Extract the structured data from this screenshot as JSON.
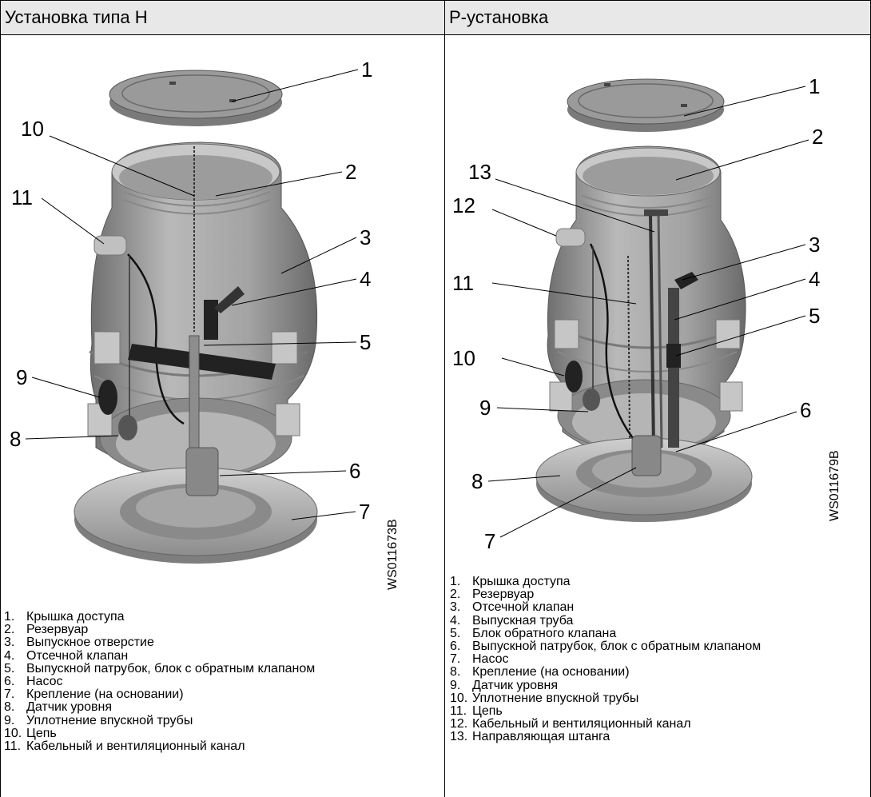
{
  "left": {
    "title": "Установка типа H",
    "code": "WS011673B",
    "callouts": [
      "1",
      "2",
      "3",
      "4",
      "5",
      "6",
      "7",
      "8",
      "9",
      "10",
      "11"
    ],
    "legend": [
      {
        "num": "1.",
        "text": "Крышка доступа"
      },
      {
        "num": "2.",
        "text": "Резервуар"
      },
      {
        "num": "3.",
        "text": "Выпускное отверстие"
      },
      {
        "num": "4.",
        "text": "Отсечной клапан"
      },
      {
        "num": "5.",
        "text": "Выпускной патрубок, блок с обратным клапаном"
      },
      {
        "num": "6.",
        "text": "Насос"
      },
      {
        "num": "7.",
        "text": "Крепление (на основании)"
      },
      {
        "num": "8.",
        "text": "Датчик уровня"
      },
      {
        "num": "9.",
        "text": "Уплотнение впускной трубы"
      },
      {
        "num": "10.",
        "text": "Цепь"
      },
      {
        "num": "11.",
        "text": "Кабельный и вентиляционный канал"
      }
    ]
  },
  "right": {
    "title": "P-установка",
    "code": "WS011679B",
    "callouts": [
      "1",
      "2",
      "3",
      "4",
      "5",
      "6",
      "7",
      "8",
      "9",
      "10",
      "11",
      "12",
      "13"
    ],
    "legend": [
      {
        "num": "1.",
        "text": "Крышка доступа"
      },
      {
        "num": "2.",
        "text": "Резервуар"
      },
      {
        "num": "3.",
        "text": "Отсечной клапан"
      },
      {
        "num": "4.",
        "text": "Выпускная труба"
      },
      {
        "num": "5.",
        "text": "Блок обратного клапана"
      },
      {
        "num": "6.",
        "text": "Выпускной патрубок, блок с обратным клапаном"
      },
      {
        "num": "7.",
        "text": "Насос"
      },
      {
        "num": "8.",
        "text": "Крепление (на основании)"
      },
      {
        "num": "9.",
        "text": "Датчик уровня"
      },
      {
        "num": "10.",
        "text": "Уплотнение впускной трубы"
      },
      {
        "num": "11.",
        "text": "Цепь"
      },
      {
        "num": "12.",
        "text": "Кабельный и вентиляционный канал"
      },
      {
        "num": "13.",
        "text": "Направляющая штанга"
      }
    ]
  }
}
